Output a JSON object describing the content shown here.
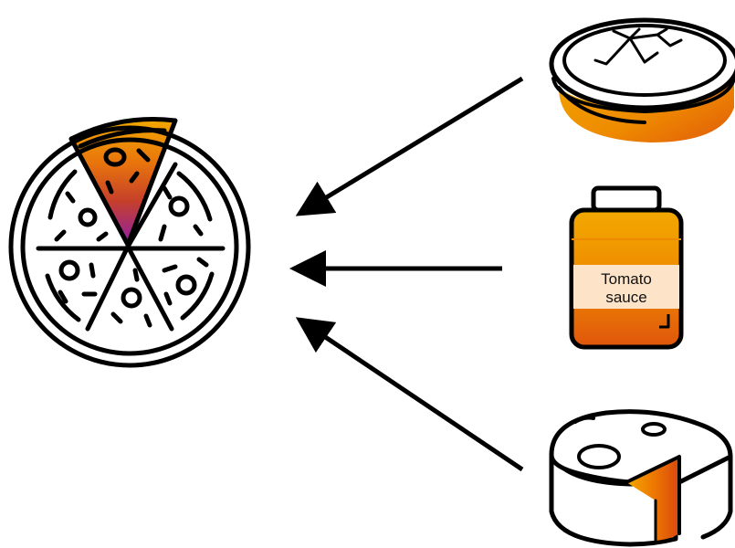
{
  "diagram": {
    "nodes": [
      {
        "id": "pizza",
        "icon": "pizza-icon",
        "role": "result"
      },
      {
        "id": "dough",
        "icon": "dough-base-icon",
        "role": "ingredient"
      },
      {
        "id": "sauce",
        "icon": "tomato-sauce-jar-icon",
        "role": "ingredient",
        "label_line1": "Tomato",
        "label_line2": "sauce"
      },
      {
        "id": "cheese",
        "icon": "cheese-wheel-icon",
        "role": "ingredient"
      }
    ],
    "edges": [
      {
        "from": "dough",
        "to": "pizza"
      },
      {
        "from": "sauce",
        "to": "pizza"
      },
      {
        "from": "cheese",
        "to": "pizza"
      }
    ]
  },
  "colors": {
    "outline": "#000000",
    "gradient_top": "#F2A900",
    "gradient_mid": "#E8740C",
    "gradient_low": "#D9480F",
    "gradient_end": "#8E1FA8",
    "label_bg": "#FDE3C7"
  }
}
